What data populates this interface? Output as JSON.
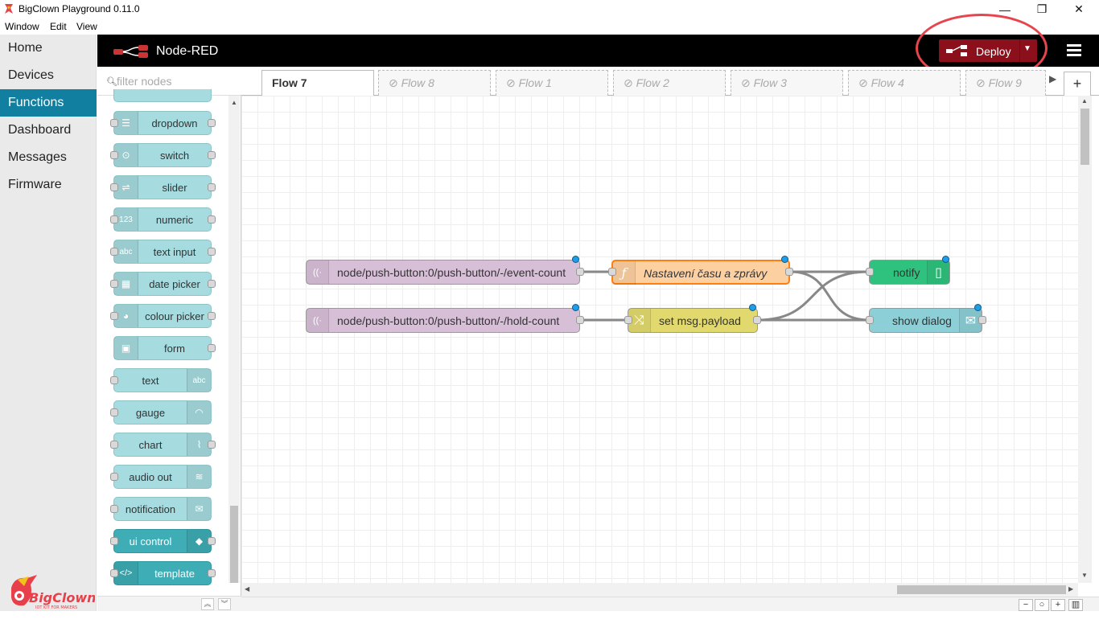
{
  "window": {
    "title": "BigClown Playground 0.11.0",
    "controls": {
      "minimize": "—",
      "restore": "❐",
      "close": "✕"
    }
  },
  "menu": [
    "Window",
    "Edit",
    "View"
  ],
  "sidebar": {
    "items": [
      {
        "label": "Home"
      },
      {
        "label": "Devices"
      },
      {
        "label": "Functions",
        "active": true
      },
      {
        "label": "Dashboard"
      },
      {
        "label": "Messages"
      },
      {
        "label": "Firmware"
      }
    ],
    "logo_text": "BigClown",
    "logo_tagline": "IOT KIT FOR MAKERS"
  },
  "header": {
    "title": "Node-RED",
    "deploy_label": "Deploy",
    "colors": {
      "deploy": "#8c101c",
      "highlight_ring": "#e8444e"
    }
  },
  "palette": {
    "filter_placeholder": "filter nodes",
    "nodes": [
      {
        "label": "dropdown",
        "icon": "☰"
      },
      {
        "label": "switch",
        "icon": "⊙"
      },
      {
        "label": "slider",
        "icon": "⇌"
      },
      {
        "label": "numeric",
        "icon": "123"
      },
      {
        "label": "text input",
        "icon": "abc"
      },
      {
        "label": "date picker",
        "icon": "▦"
      },
      {
        "label": "colour picker",
        "icon": "◕"
      },
      {
        "label": "form",
        "icon": "▣"
      },
      {
        "label": "text",
        "icon": "abc"
      },
      {
        "label": "gauge",
        "icon": "◠"
      },
      {
        "label": "chart",
        "icon": "⌇"
      },
      {
        "label": "audio out",
        "icon": "≋"
      },
      {
        "label": "notification",
        "icon": "✉"
      },
      {
        "label": "ui control",
        "icon": "◆"
      },
      {
        "label": "template",
        "icon": "</>"
      }
    ]
  },
  "tabs": [
    {
      "label": "Flow 7",
      "active": true
    },
    {
      "label": "Flow 8"
    },
    {
      "label": "Flow 1"
    },
    {
      "label": "Flow 2"
    },
    {
      "label": "Flow 3"
    },
    {
      "label": "Flow 4"
    },
    {
      "label": "Flow 9"
    }
  ],
  "tab_disabled_icon": "⊘",
  "flow": {
    "nodes": {
      "in1": {
        "label": "node/push-button:0/push-button/-/event-count",
        "icon": "((·"
      },
      "in2": {
        "label": "node/push-button:0/push-button/-/hold-count",
        "icon": "((·"
      },
      "fn": {
        "label": "Nastavení času a zprávy",
        "icon": "ƒ"
      },
      "change": {
        "label": "set msg.payload",
        "icon": "⤨"
      },
      "notify": {
        "label": "notify",
        "icon": "▯"
      },
      "dialog": {
        "label": "show dialog",
        "icon": "✉"
      }
    }
  },
  "zoom_controls": {
    "out": "−",
    "reset": "○",
    "in": "+",
    "map": "▥"
  }
}
